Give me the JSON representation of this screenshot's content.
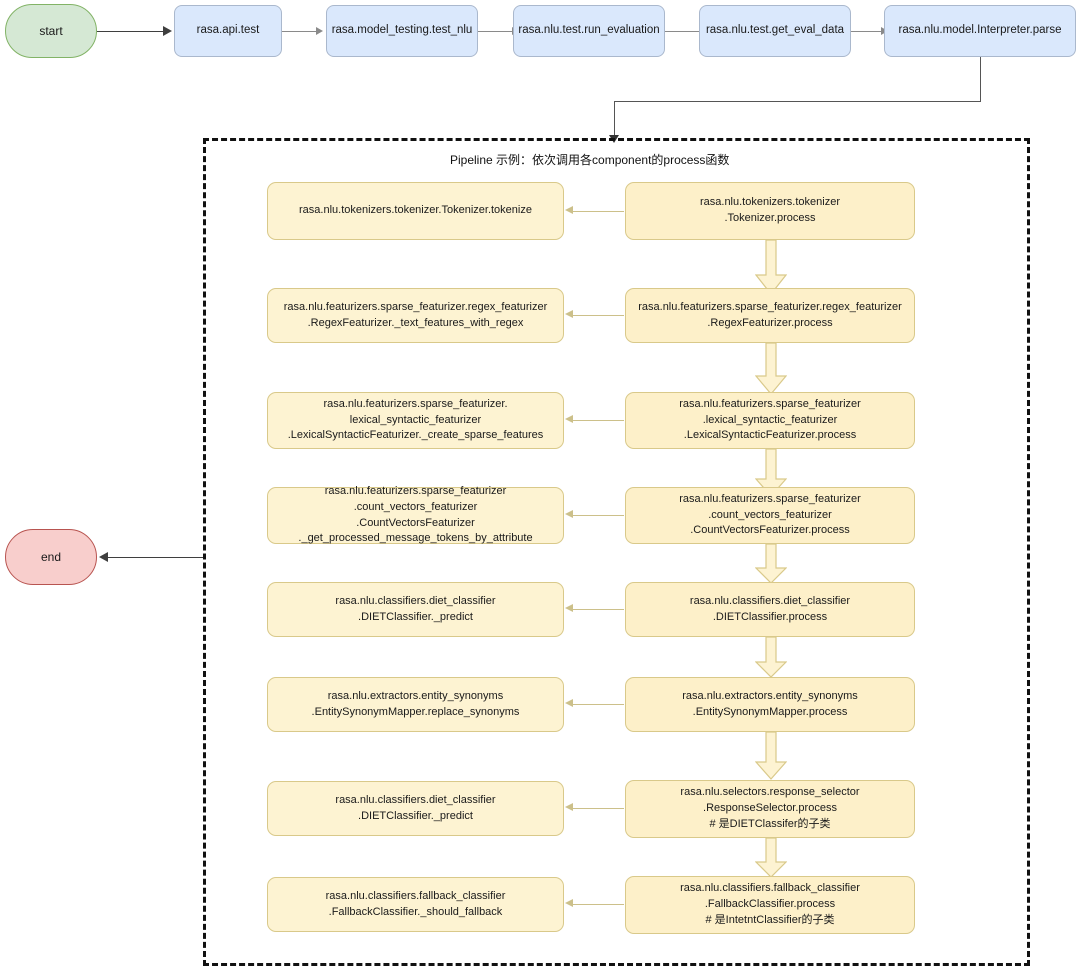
{
  "diagram": {
    "title_note": "Pipeline 示例：依次调用各component的process函数",
    "start_label": "start",
    "end_label": "end",
    "colors": {
      "start_fill": "#d5e8d4",
      "start_stroke": "#82b366",
      "end_fill": "#f8cecc",
      "end_stroke": "#b85450",
      "blue_fill": "#dae8fc",
      "blue_stroke": "#aab8cd",
      "yellow_fill": "#fdf3d2",
      "yellow_stroke": "#d9c98a",
      "container_stroke": "#111111",
      "block_arrow_fill": "#fdf3d2",
      "block_arrow_stroke": "#d9c98a"
    }
  },
  "top_chain": [
    {
      "label": "rasa.api.test"
    },
    {
      "label": "rasa.model_testing.test_nlu"
    },
    {
      "label": "rasa.nlu.test.run_evaluation"
    },
    {
      "label": "rasa.nlu.test.get_eval_data"
    },
    {
      "label": "rasa.nlu.model.Interpreter.parse"
    }
  ],
  "pipeline_rows": [
    {
      "process": "rasa.nlu.tokenizers.tokenizer\n.Tokenizer.process",
      "detail": "rasa.nlu.tokenizers.tokenizer.Tokenizer.tokenize"
    },
    {
      "process": "rasa.nlu.featurizers.sparse_featurizer.regex_featurizer\n.RegexFeaturizer.process",
      "detail": "rasa.nlu.featurizers.sparse_featurizer.regex_featurizer\n.RegexFeaturizer._text_features_with_regex"
    },
    {
      "process": "rasa.nlu.featurizers.sparse_featurizer\n.lexical_syntactic_featurizer\n.LexicalSyntacticFeaturizer.process",
      "detail": "rasa.nlu.featurizers.sparse_featurizer.\nlexical_syntactic_featurizer\n.LexicalSyntacticFeaturizer._create_sparse_features"
    },
    {
      "process": "rasa.nlu.featurizers.sparse_featurizer\n.count_vectors_featurizer\n.CountVectorsFeaturizer.process",
      "detail": "rasa.nlu.featurizers.sparse_featurizer\n.count_vectors_featurizer\n.CountVectorsFeaturizer\n._get_processed_message_tokens_by_attribute"
    },
    {
      "process": "rasa.nlu.classifiers.diet_classifier\n.DIETClassifier.process",
      "detail": "rasa.nlu.classifiers.diet_classifier\n.DIETClassifier._predict"
    },
    {
      "process": "rasa.nlu.extractors.entity_synonyms\n.EntitySynonymMapper.process",
      "detail": "rasa.nlu.extractors.entity_synonyms\n.EntitySynonymMapper.replace_synonyms"
    },
    {
      "process": "rasa.nlu.selectors.response_selector\n.ResponseSelector.process\n# 是DIETClassifer的子类",
      "detail": "rasa.nlu.classifiers.diet_classifier\n.DIETClassifier._predict"
    },
    {
      "process": "rasa.nlu.classifiers.fallback_classifier\n.FallbackClassifier.process\n# 是IntetntClassifier的子类",
      "detail": "rasa.nlu.classifiers.fallback_classifier\n.FallbackClassifier._should_fallback"
    }
  ]
}
